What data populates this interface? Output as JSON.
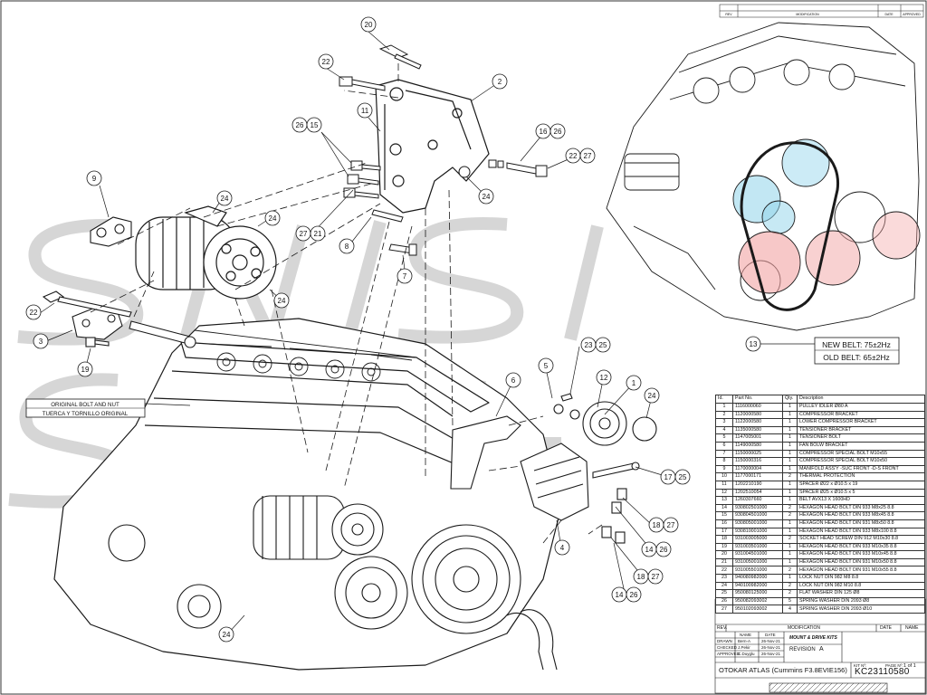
{
  "legend_table": {
    "headers": [
      "Id.",
      "Part No.",
      "Qty.",
      "Description"
    ],
    "rows": [
      [
        "1",
        "1116000060",
        "1",
        "PULLEY IDLER Ø80 A"
      ],
      [
        "2",
        "1120000580",
        "1",
        "COMPRESSOR BRACKET"
      ],
      [
        "3",
        "1122000580",
        "1",
        "LOWER COMPRESSOR BRACKET"
      ],
      [
        "4",
        "1135000580",
        "1",
        "TENSIONER BRACKET"
      ],
      [
        "5",
        "1147005001",
        "1",
        "TENSIONER BOLT"
      ],
      [
        "6",
        "1149000580",
        "1",
        "FAN BOLW BRACKET"
      ],
      [
        "7",
        "1150000025",
        "1",
        "COMPRESSOR SPECIAL BOLT M10x55"
      ],
      [
        "8",
        "1150000316",
        "1",
        "COMPRESSOR SPECIAL BOLT M10x50"
      ],
      [
        "9",
        "1170000004",
        "1",
        "MANIFOLD ASS'Y -SUC FRONT -D-S FRONT"
      ],
      [
        "10",
        "1177000171",
        "2",
        "THERMAL PROTECTION"
      ],
      [
        "11",
        "1202210190",
        "1",
        "SPACER Ø22 x Ø10.5 x 19"
      ],
      [
        "12",
        "1202510054",
        "1",
        "SPACER Ø25 x Ø10.5 x 5"
      ],
      [
        "13",
        "1260307660",
        "1",
        "BELT AVX13 X 1600HD"
      ],
      [
        "14",
        "930802501000",
        "2",
        "HEXAGON HEAD BOLT DIN 933 M8x25 8.8"
      ],
      [
        "15",
        "930804501000",
        "2",
        "HEXAGON HEAD BOLT DIN 933 M8x45 8.8"
      ],
      [
        "16",
        "930805001000",
        "1",
        "HEXAGON HEAD BOLT DIN 931 M8x50 8.8"
      ],
      [
        "17",
        "930810001000",
        "1",
        "HEXAGON HEAD BOLT DIN 933 M8x100 8.8"
      ],
      [
        "18",
        "931003005000",
        "2",
        "SOCKET HEAD SCREW DIN 912 M10x30 8.8"
      ],
      [
        "19",
        "931003501000",
        "1",
        "HEXAGON HEAD BOLT DIN 933 M10x35 8.8"
      ],
      [
        "20",
        "931004501000",
        "1",
        "HEXAGON HEAD BOLT DIN 933 M10x45 8.8"
      ],
      [
        "21",
        "931005001000",
        "1",
        "HEXAGON HEAD BOLT DIN 931 M10x50 8.8"
      ],
      [
        "22",
        "931005501000",
        "2",
        "HEXAGON HEAD BOLT DIN 931 M10x55 8.8"
      ],
      [
        "23",
        "940080982000",
        "1",
        "LOCK NUT DIN 982 M8 8.8"
      ],
      [
        "24",
        "940100982000",
        "2",
        "LOCK NUT DIN 982 M10 8.8"
      ],
      [
        "25",
        "950080125000",
        "2",
        "FLAT WASHER DIN 125 Ø8"
      ],
      [
        "26",
        "950082093002",
        "5",
        "SPRING WASHER DIN 2093 Ø8"
      ],
      [
        "27",
        "950102093002",
        "4",
        "SPRING WASHER DIN 2093 Ø10"
      ]
    ]
  },
  "title_block": {
    "rev_label": "REV.",
    "modification_label": "MODIFICATION",
    "date_label": "DATE",
    "name_label": "NAME",
    "col_name": "NAME",
    "col_date": "DATE",
    "drawn_label": "DRAWN",
    "drawn_name": "Bern-A",
    "drawn_date": "26-Nov-21",
    "checked_label": "CHECKED",
    "checked_name": "J.Pekir",
    "checked_date": "26-Nov-21",
    "approved_label": "APPROVED",
    "approved_name": "C.Duyglu",
    "approved_date": "26-Nov-21",
    "kits_label": "MOUNT & DRIVE KITS",
    "revision_label": "REVISION",
    "revision_value": "A",
    "vehicle": "OTOKAR ATLAS (Cummins F3.8EVIE156)",
    "kit_no_label": "KIT Nº:",
    "kit_no": "KC23110580",
    "page_label": "PAGE Nº:",
    "page_value": "1 of 1"
  },
  "top_strip": {
    "rev_col": "REV",
    "modification_col": "MODIFICATION",
    "date_col": "DATE",
    "approved_col": "APPROVED"
  },
  "annotations": {
    "original_bolt_en": "ORIGINAL BOLT AND NUT",
    "original_bolt_es": "TUERCA Y TORNILLO ORIGINAL",
    "new_belt": "NEW BELT: 75±2Hz",
    "old_belt": "OLD BELT: 65±2Hz"
  },
  "callouts": [
    {
      "id": "c-20",
      "text": "20"
    },
    {
      "id": "c-22a",
      "text": "22"
    },
    {
      "id": "c-2",
      "text": "2"
    },
    {
      "id": "c-11",
      "text": "11"
    },
    {
      "id": "c-26a",
      "text": "26"
    },
    {
      "id": "c-15",
      "text": "15"
    },
    {
      "id": "c-16",
      "text": "16"
    },
    {
      "id": "c-26b",
      "text": "26"
    },
    {
      "id": "c-22b",
      "text": "22"
    },
    {
      "id": "c-27a",
      "text": "27"
    },
    {
      "id": "c-9",
      "text": "9"
    },
    {
      "id": "c-24a",
      "text": "24"
    },
    {
      "id": "c-24b",
      "text": "24"
    },
    {
      "id": "c-24c",
      "text": "24"
    },
    {
      "id": "c-27b",
      "text": "27"
    },
    {
      "id": "c-21",
      "text": "21"
    },
    {
      "id": "c-8",
      "text": "8"
    },
    {
      "id": "c-7",
      "text": "7"
    },
    {
      "id": "c-22c",
      "text": "22"
    },
    {
      "id": "c-3",
      "text": "3"
    },
    {
      "id": "c-19",
      "text": "19"
    },
    {
      "id": "c-24d",
      "text": "24"
    },
    {
      "id": "c-23",
      "text": "23"
    },
    {
      "id": "c-25a",
      "text": "25"
    },
    {
      "id": "c-5",
      "text": "5"
    },
    {
      "id": "c-6",
      "text": "6"
    },
    {
      "id": "c-12",
      "text": "12"
    },
    {
      "id": "c-1",
      "text": "1"
    },
    {
      "id": "c-24e",
      "text": "24"
    },
    {
      "id": "c-17",
      "text": "17"
    },
    {
      "id": "c-25b",
      "text": "25"
    },
    {
      "id": "c-18a",
      "text": "18"
    },
    {
      "id": "c-27c",
      "text": "27"
    },
    {
      "id": "c-14a",
      "text": "14"
    },
    {
      "id": "c-26c",
      "text": "26"
    },
    {
      "id": "c-4",
      "text": "4"
    },
    {
      "id": "c-18b",
      "text": "18"
    },
    {
      "id": "c-27d",
      "text": "27"
    },
    {
      "id": "c-14b",
      "text": "14"
    },
    {
      "id": "c-26d",
      "text": "26"
    },
    {
      "id": "c-24f",
      "text": "24"
    },
    {
      "id": "c-13",
      "text": "13"
    }
  ],
  "colors": {
    "line": "#1a1a1a",
    "watermark": "#d6d6d6",
    "belt_highlight_blue": "#8fd3ea",
    "belt_highlight_red": "#f2a3a3"
  }
}
